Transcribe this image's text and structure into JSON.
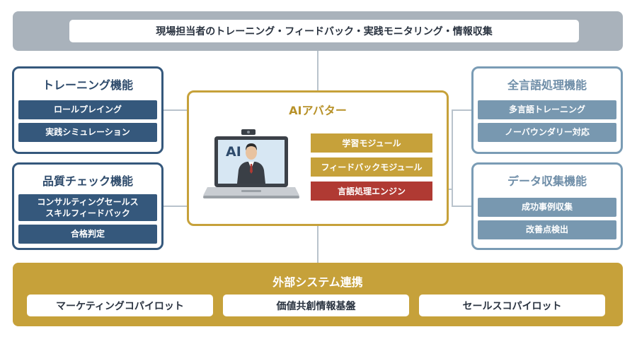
{
  "top_banner": {
    "text": "現場担当者のトレーニング・フィードバック・実践モニタリング・情報収集"
  },
  "training": {
    "title": "トレーニング機能",
    "items": [
      "ロールプレイング",
      "実践シミュレーション"
    ]
  },
  "quality": {
    "title": "品質チェック機能",
    "items": [
      "コンサルティングセールス\nスキルフィードバック",
      "合格判定"
    ]
  },
  "language": {
    "title": "全言語処理機能",
    "items": [
      "多言語トレーニング",
      "ノーバウンダリー対応"
    ]
  },
  "data_collection": {
    "title": "データ収集機能",
    "items": [
      "成功事例収集",
      "改善点検出"
    ]
  },
  "center": {
    "title": "AIアバター",
    "screen_label": "AI",
    "modules": [
      "学習モジュール",
      "フィードバックモジュール",
      "言語処理エンジン"
    ]
  },
  "bottom": {
    "title": "外部システム連携",
    "items": [
      "マーケティングコパイロット",
      "価値共創情報基盤",
      "セールスコパイロット"
    ]
  },
  "colors": {
    "navy": "#35587c",
    "steel": "#7898b0",
    "gold": "#c6a13a",
    "red": "#b03a33",
    "gray": "#a9b2bb"
  }
}
